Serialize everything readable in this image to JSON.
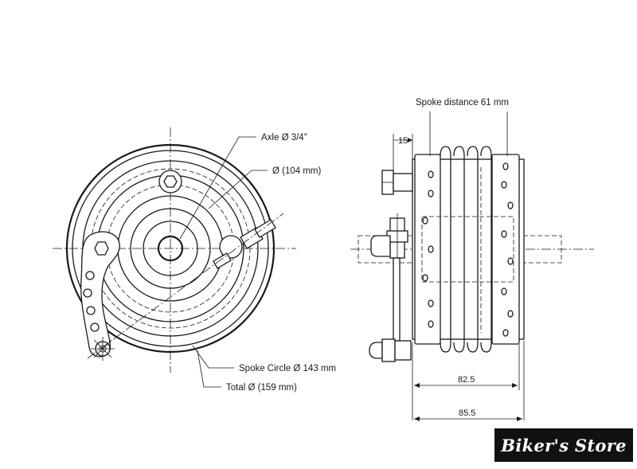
{
  "labels": {
    "axle": "Axle Ø 3/4\"",
    "inner_diameter": "Ø (104 mm)",
    "spoke_circle": "Spoke Circle Ø 143 mm",
    "total_diameter": "Total Ø (159 mm)",
    "spoke_distance": "Spoke distance 61 mm"
  },
  "dimensions": {
    "offset": "15",
    "width_inner": "82.5",
    "width_outer": "85.5"
  },
  "brand": {
    "text": "Biker's Store",
    "background": "#111111",
    "color": "#ffffff"
  },
  "colors": {
    "line": "#1a1a1a",
    "background": "#ffffff"
  }
}
